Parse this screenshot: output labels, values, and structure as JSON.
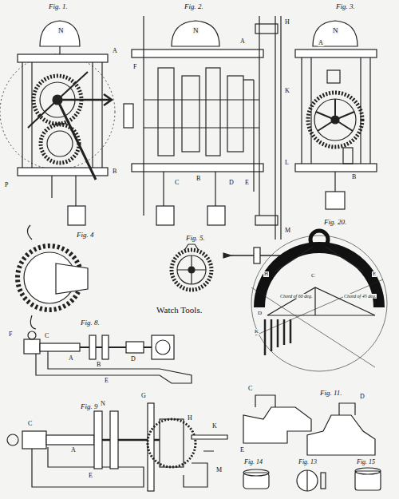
{
  "diagram": {
    "labels": [
      "Fig. 1.",
      "Fig. 2.",
      "Fig. 3.",
      "N",
      "N",
      "N",
      "A",
      "A",
      "A",
      "B",
      "B",
      "B",
      "F",
      "H",
      "K",
      "L",
      "M",
      "E",
      "D",
      "C",
      "P",
      "Fig. 4",
      "Fig. 5.",
      "Fig. 20.",
      "Watch Tools.",
      "Fig. 8.",
      "F",
      "C",
      "A",
      "B",
      "D",
      "E",
      "Fig. 9",
      "N",
      "C",
      "A",
      "K",
      "G",
      "H",
      "M",
      "E",
      "Fig. 11.",
      "C",
      "D",
      "E",
      "E",
      "Fig. 14",
      "Fig. 13",
      "Fig. 15",
      "Chord of 60 deg.",
      "Chord of 45 deg.",
      "K",
      "H",
      "D",
      "C",
      "E"
    ]
  }
}
